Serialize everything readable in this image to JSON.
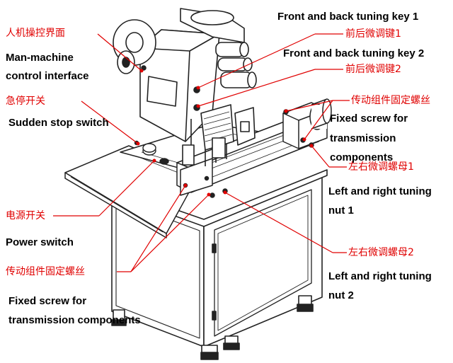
{
  "labels": {
    "hmi_cn": "人机操控界面",
    "hmi_en_1": "Man-machine",
    "hmi_en_2": "control interface",
    "estop_cn": "急停开关",
    "estop_en": "Sudden stop switch",
    "power_cn": "电源开关",
    "power_en": "Power switch",
    "fixscrew_left_cn": "传动组件固定螺丝",
    "fixscrew_left_en_1": "Fixed screw for",
    "fixscrew_left_en_2": "transmission components",
    "fb_key1_en": "Front and back tuning key 1",
    "fb_key1_cn": "前后微调键1",
    "fb_key2_en": "Front and back tuning key 2",
    "fb_key2_cn": "前后微调键2",
    "fixscrew_right_cn": "传动组件固定螺丝",
    "fixscrew_right_en_1": "Fixed screw for",
    "fixscrew_right_en_2": "transmission",
    "fixscrew_right_en_3": "components",
    "lr_nut1_cn": "左右微调螺母1",
    "lr_nut1_en_1": "Left and right tuning",
    "lr_nut1_en_2": "nut 1",
    "lr_nut2_cn": "左右微调螺母2",
    "lr_nut2_en_1": "Left and right tuning",
    "lr_nut2_en_2": "nut 2"
  },
  "colors": {
    "leader": "#e00000",
    "line": "#222222",
    "text_en": "#000000",
    "text_cn": "#e00000"
  }
}
